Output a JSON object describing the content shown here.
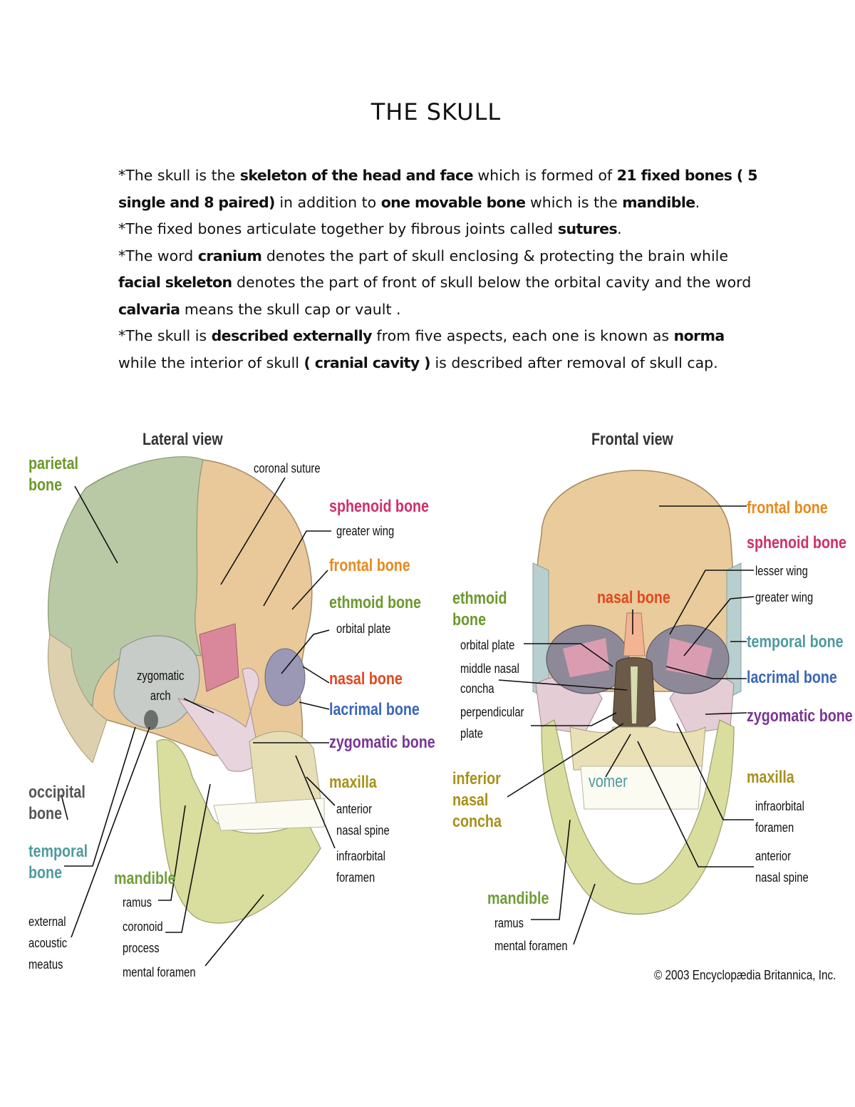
{
  "title": "THE SKULL",
  "paragraphs": {
    "p1": {
      "t1": "*The skull is the ",
      "b1": "skeleton of the head and face",
      "t2": " which is formed of ",
      "b2": "21 fixed bones ( 5 single and 8 paired)",
      "t3": " in addition to ",
      "b3": "one movable bone",
      "t4": " which is the ",
      "b4": "mandible",
      "t5": "."
    },
    "p2": {
      "t1": "*The fixed bones articulate together by fibrous joints called ",
      "b1": "sutures",
      "t2": "."
    },
    "p3": {
      "t1": "*The word ",
      "b1": "cranium",
      "t2": " denotes the part of  skull enclosing & protecting the brain while ",
      "b2": "facial skeleton",
      "t3": " denotes the part of front of skull below the orbital cavity  and the word ",
      "b3": "calvaria",
      "t4": " means the skull cap or vault ."
    },
    "p4": {
      "t1": "*The skull is ",
      "b1": "described externally",
      "t2": " from five aspects, each one is known as ",
      "b2": "norma",
      "t3": " while the interior of skull ",
      "b3": "( cranial cavity )",
      "t4": " is described after removal of skull cap."
    }
  },
  "figure": {
    "lateral": {
      "heading": "Lateral view",
      "labels": {
        "parietal": "parietal\nbone",
        "coronal": "coronal suture",
        "sphenoid": "sphenoid bone",
        "greater_wing": "greater wing",
        "frontal": "frontal bone",
        "ethmoid": "ethmoid bone",
        "orbital_plate": "orbital plate",
        "zygomatic_arch": "zygomatic\narch",
        "nasal": "nasal bone",
        "lacrimal": "lacrimal bone",
        "zygomatic": "zygomatic bone",
        "maxilla": "maxilla",
        "anterior_nasal_spine": "anterior\nnasal spine",
        "infraorbital_foramen": "infraorbital\nforamen",
        "occipital": "occipital\nbone",
        "temporal": "temporal\nbone",
        "mandible": "mandible",
        "ramus": "ramus",
        "coronoid": "coronoid\nprocess",
        "mental_foramen": "mental foramen",
        "external_acoustic": "external\nacoustic\nmeatus"
      }
    },
    "frontal": {
      "heading": "Frontal view",
      "labels": {
        "frontal": "frontal bone",
        "sphenoid": "sphenoid bone",
        "lesser_wing": "lesser wing",
        "greater_wing": "greater wing",
        "ethmoid": "ethmoid\nbone",
        "nasal": "nasal bone",
        "orbital_plate": "orbital plate",
        "middle_nasal_concha": "middle nasal\nconcha",
        "perpendicular_plate": "perpendicular\nplate",
        "temporal": "temporal bone",
        "lacrimal": "lacrimal bone",
        "zygomatic": "zygomatic bone",
        "inferior_nasal_concha": "inferior\nnasal\nconcha",
        "vomer": "vomer",
        "maxilla": "maxilla",
        "infraorbital_foramen": "infraorbital\nforamen",
        "anterior_nasal_spine": "anterior\nnasal spine",
        "mandible": "mandible",
        "ramus": "ramus",
        "mental_foramen": "mental foramen"
      }
    },
    "copyright": "© 2003 Encyclopædia Britannica, Inc."
  }
}
